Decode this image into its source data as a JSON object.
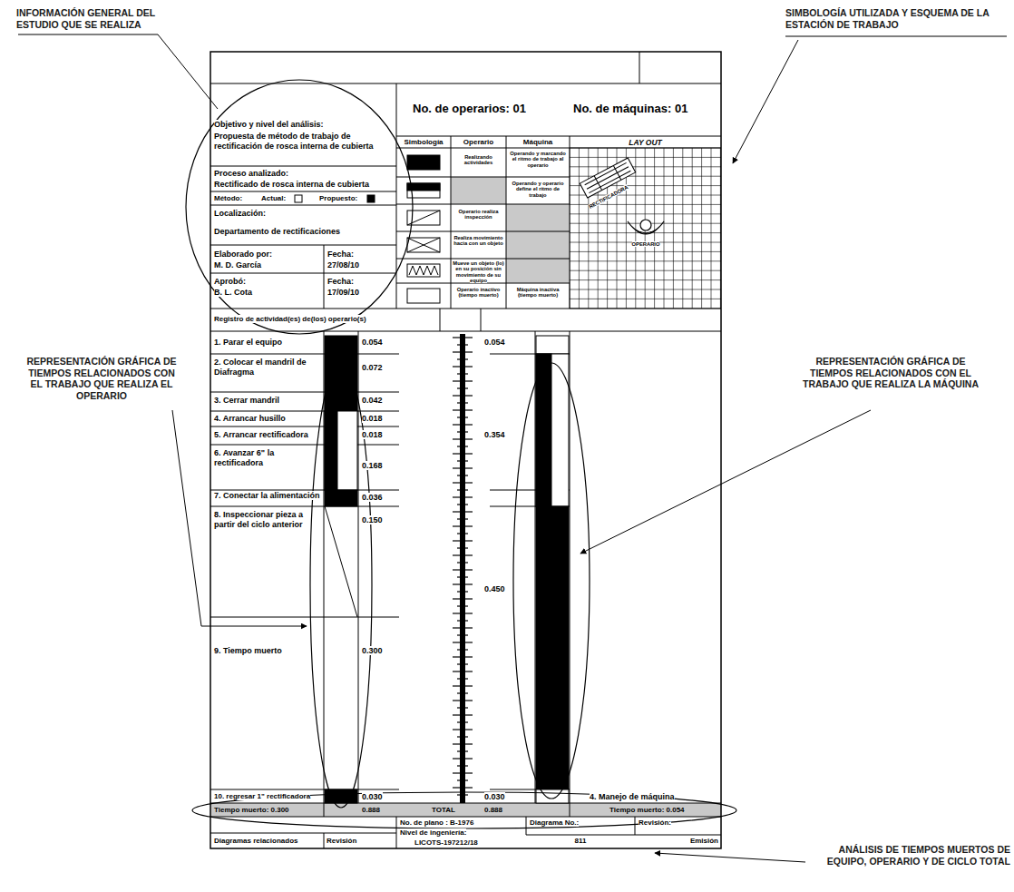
{
  "diagram": {
    "labels": [
      "INFORMACIÓN GENERAL DEL ESTUDIO QUE SE REALIZA",
      "SIMBOLOGÍA UTILIZADA Y ESQUEMA DE LA ESTACIÓN DE TRABAJO",
      "Objetivo y nivel del análisis:",
      "Propuesta de método de trabajo de rectificación de rosca interna de cubierta",
      "Proceso analizado:",
      "Rectificado de rosca interna de cubierta",
      "Método:",
      "Actual:",
      "Propuesto:",
      "Localización:",
      "Departamento de rectificaciones",
      "Elaborado por:",
      "M. D. García",
      "Fecha:",
      "27/08/10",
      "Aprobó:",
      "B. L. Cota",
      "Fecha:",
      "17/09/10",
      "No. de operarios: 01",
      "No. de máquinas: 01",
      "Simbología",
      "Operario",
      "Máquina",
      "LAY OUT",
      "Realizando actividades",
      "Operando y marcando el ritmo de trabajo al operario",
      "Operando y operario define el ritmo de trabajo",
      "Operario realiza inspección",
      "Realiza movimiento hacia con un objeto",
      "Mueve un objeto (lo) en su posición sin movimiento de su equipo",
      "Operario inactivo (tiempo muerto)",
      "Máquina inactiva (tiempo muerto)",
      "RECTIFICADORA",
      "OPERARIO",
      "Registro de actividad(es) de(los) operario(s)",
      "REPRESENTACIÓN GRÁFICA DE TIEMPOS RELACIONADOS CON EL TRABAJO QUE REALIZA EL OPERARIO",
      "REPRESENTACIÓN GRÁFICA DE TIEMPOS RELACIONADOS CON EL TRABAJO QUE REALIZA LA MÁQUINA",
      "1. Parar el equipo",
      "0.054",
      "0.054",
      "2. Colocar el mandril de Diafragma",
      "0.072",
      "3. Cerrar mandril",
      "0.042",
      "4. Arrancar husillo",
      "0.018",
      "5. Arrancar rectificadora",
      "0.018",
      "0.354",
      "6. Avanzar 6\" la rectificadora",
      "0.168",
      "7. Conectar la alimentación",
      "0.036",
      "8. Inspeccionar pieza a partir del ciclo anterior",
      "0.150",
      "0.450",
      "9. Tiempo muerto",
      "0.300",
      "10. regresar 1\" rectificadora",
      "0.030",
      "0.030",
      "4. Manejo de máquina",
      "Tiempo muerto: 0.300",
      "0.888",
      "TOTAL",
      "0.888",
      "Tiempo muerto: 0.054",
      "No. de plano : B-1976",
      "Nivel de ingeniería:",
      "LICOTS-197212/18",
      "Diagrama No.:",
      "811",
      "Revisión:",
      "Emisión",
      "Diagramas relacionados",
      "Revisión",
      "ANÁLISIS DE TIEMPOS MUERTOS DE EQUIPO, OPERARIO Y DE CICLO TOTAL"
    ]
  }
}
